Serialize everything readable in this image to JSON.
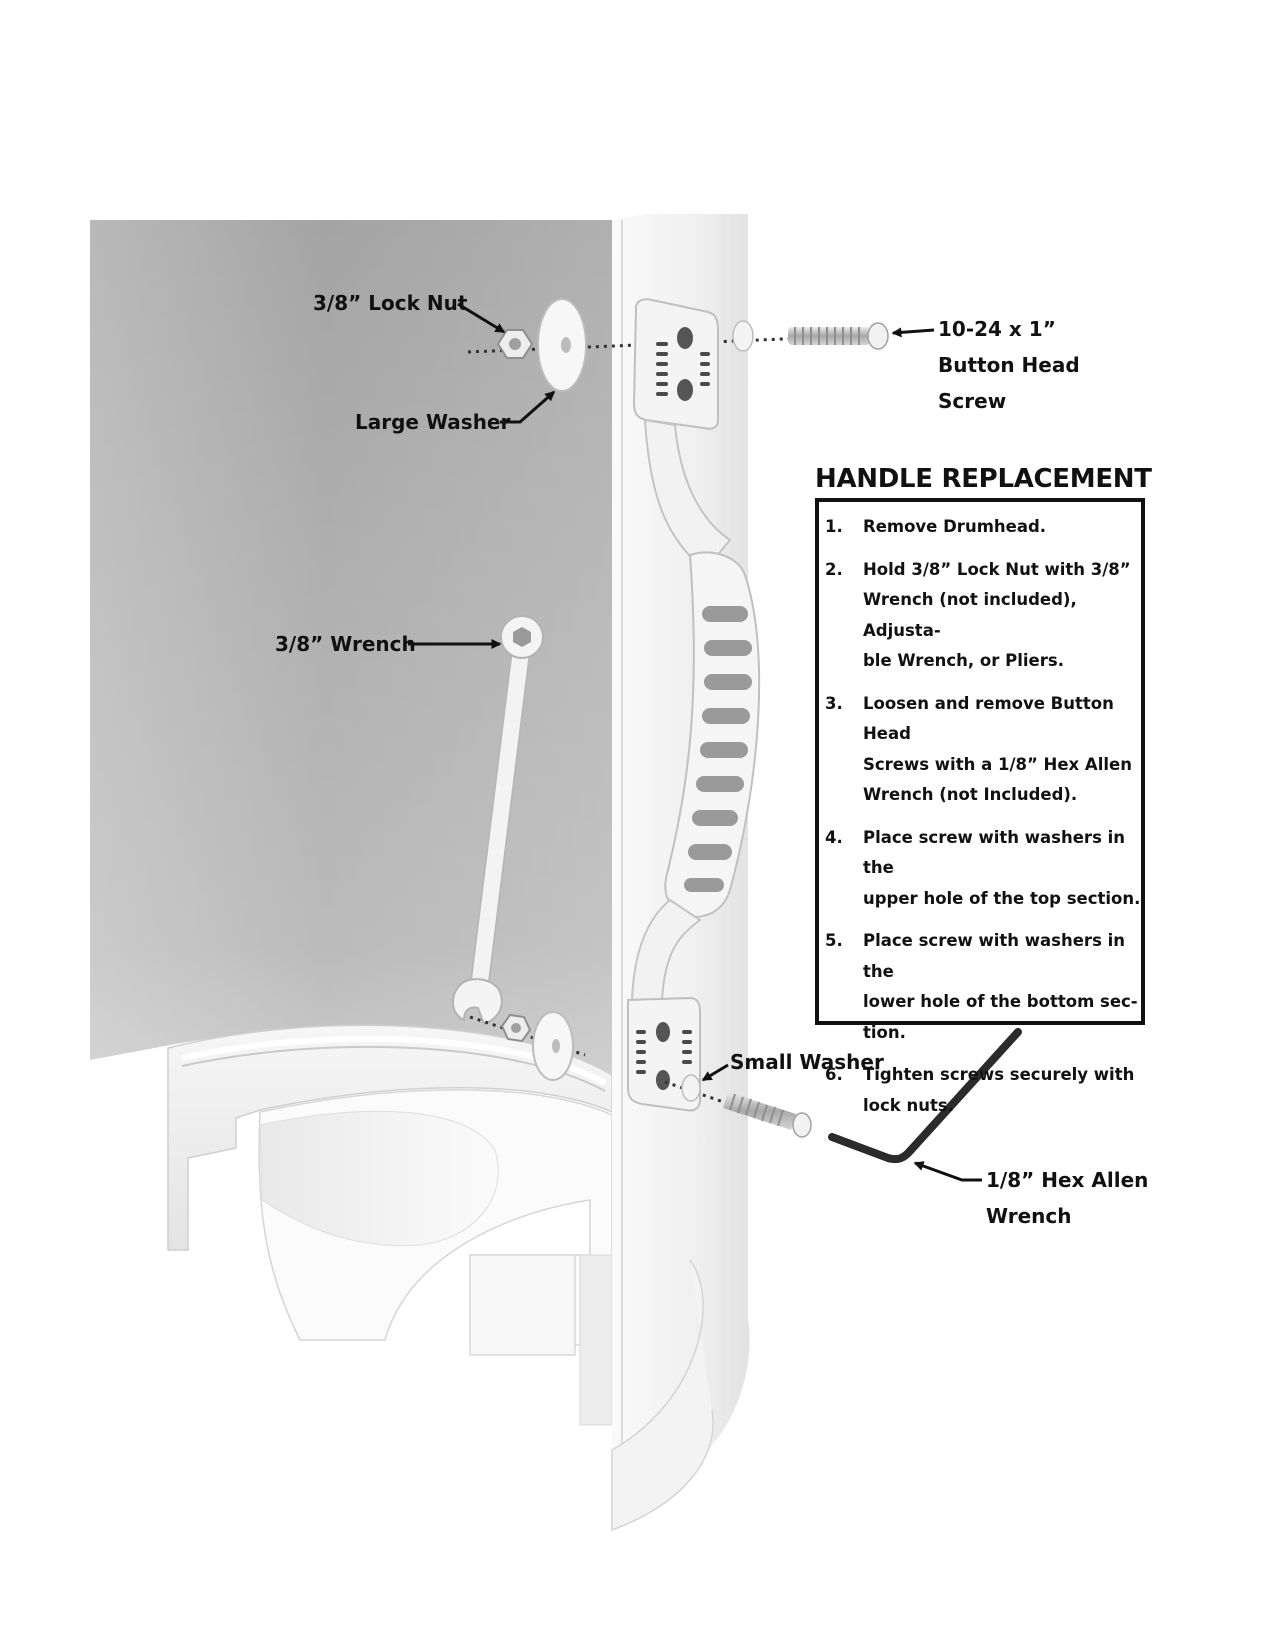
{
  "labels": {
    "lock_nut": "3/8” Lock Nut",
    "large_washer": "Large Washer",
    "wrench": "3/8” Wrench",
    "screw_line1": "10-24 x 1”",
    "screw_line2": "Button Head",
    "screw_line3": "Screw",
    "small_washer": "Small Washer",
    "allen_line1": "1/8” Hex Allen",
    "allen_line2": "Wrench"
  },
  "panel": {
    "title": "HANDLE REPLACEMENT",
    "steps": [
      {
        "num": "1.",
        "text": "Remove Drumhead."
      },
      {
        "num": "2.",
        "text": "Hold 3/8” Lock Nut with 3/8”\nWrench (not included), Adjusta-\nble Wrench, or Pliers."
      },
      {
        "num": "3.",
        "text": "Loosen and remove Button Head\nScrews with a 1/8” Hex Allen\nWrench (not Included)."
      },
      {
        "num": "4.",
        "text": "Place screw with washers in the\nupper hole of the top section."
      },
      {
        "num": "5.",
        "text": "Place screw with washers in the\nlower hole of the bottom sec-\ntion."
      },
      {
        "num": "6.",
        "text": "Tighten screws securely with\nlock nuts."
      }
    ]
  },
  "colors": {
    "ink": "#111111",
    "shell_inner": "#a9a9a9",
    "shell_edge": "#f4f4f4",
    "plastic": "#f2f2f2"
  }
}
